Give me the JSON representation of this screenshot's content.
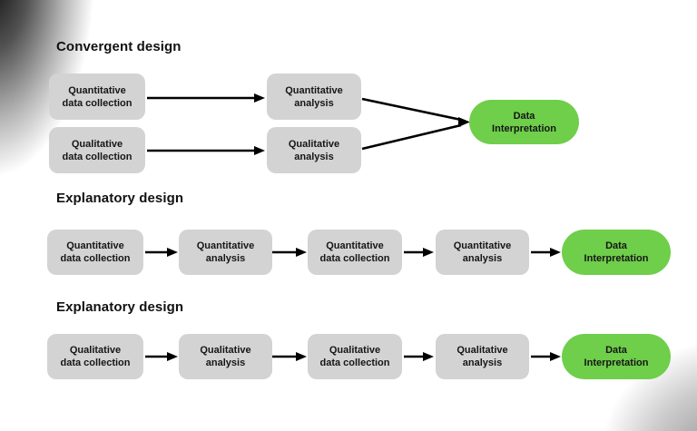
{
  "colors": {
    "node_fill": "#d3d3d3",
    "terminal_fill": "#6fce4a",
    "arrow": "#000000",
    "text": "#161616"
  },
  "sections": [
    {
      "title": "Convergent design",
      "layout": "convergent",
      "nodes": [
        {
          "id": "quantitative-data-collection",
          "label": "Quantitative\ndata collection"
        },
        {
          "id": "qualitative-data-collection",
          "label": "Qualitative\ndata collection"
        },
        {
          "id": "quantitative-analysis",
          "label": "Quantitative\nanalysis"
        },
        {
          "id": "qualitative-analysis",
          "label": "Qualitative\nanalysis"
        },
        {
          "id": "data-interpretation",
          "label": "Data\nInterpretation",
          "terminal": true
        }
      ]
    },
    {
      "title": "Explanatory design",
      "layout": "linear",
      "nodes": [
        {
          "id": "quantitative-data-collection",
          "label": "Quantitative\ndata collection"
        },
        {
          "id": "quantitative-analysis",
          "label": "Quantitative\nanalysis"
        },
        {
          "id": "quantitative-data-collection-2",
          "label": "Quantitative\ndata collection"
        },
        {
          "id": "quantitative-analysis-2",
          "label": "Quantitative\nanalysis"
        },
        {
          "id": "data-interpretation",
          "label": "Data\nInterpretation",
          "terminal": true
        }
      ]
    },
    {
      "title": "Explanatory design",
      "layout": "linear",
      "nodes": [
        {
          "id": "qualitative-data-collection",
          "label": "Qualitative\ndata collection"
        },
        {
          "id": "qualitative-analysis",
          "label": "Qualitative\nanalysis"
        },
        {
          "id": "qualitative-data-collection-2",
          "label": "Qualitative\ndata collection"
        },
        {
          "id": "qualitative-analysis-2",
          "label": "Qualitative\nanalysis"
        },
        {
          "id": "data-interpretation",
          "label": "Data\nInterpretation",
          "terminal": true
        }
      ]
    }
  ]
}
